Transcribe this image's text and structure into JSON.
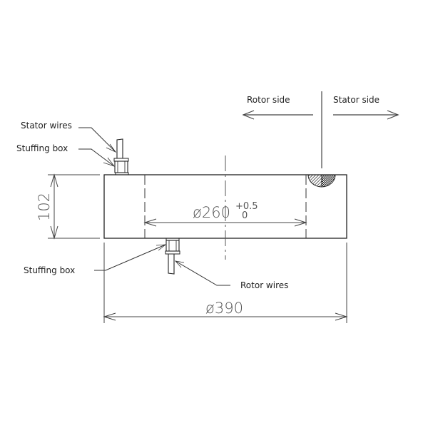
{
  "labels": {
    "stator_wires": "Stator wires",
    "stuffing_box_top": "Stuffing box",
    "stuffing_box_bottom": "Stuffing box",
    "rotor_wires": "Rotor wires",
    "rotor_side": "Rotor side",
    "stator_side": "Stator side"
  },
  "dimensions": {
    "height": "102",
    "inner_diameter": "ø260",
    "inner_tol_upper": "+0.5",
    "inner_tol_lower": "0",
    "outer_diameter": "ø390"
  },
  "colors": {
    "line": "#222222",
    "dim_line": "#555555",
    "background": "#ffffff"
  }
}
